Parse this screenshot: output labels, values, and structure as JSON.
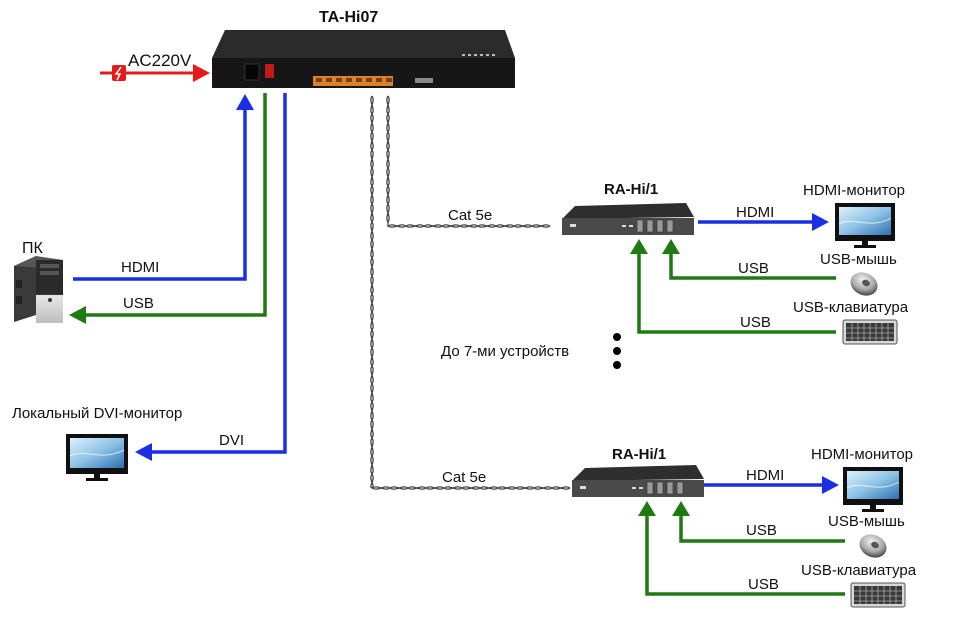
{
  "colors": {
    "hdmi": "#1a2ee6",
    "usb": "#1f7a12",
    "power": "#e41b1b",
    "cable": "#444444",
    "device_body": "#1c1c1c",
    "rj45_port": "#d9822b",
    "receiver_body": "#3a3a3a"
  },
  "transmitter": {
    "title": "TA-Hi07",
    "power_label": "AC220V",
    "power_icon": "lightning-icon"
  },
  "pc": {
    "label": "ПК",
    "icon": "pc-tower-icon",
    "hdmi_label": "HDMI",
    "usb_label": "USB"
  },
  "local_monitor": {
    "label": "Локальный DVI-монитор",
    "icon": "monitor-icon",
    "link_label": "DVI"
  },
  "receivers": [
    {
      "title": "RA-Hi/1",
      "cable_label": "Cat 5e",
      "hdmi_label": "HDMI",
      "monitor_label": "HDMI-монитор",
      "mouse_label": "USB-мышь",
      "keyboard_label": "USB-клавиатура",
      "mouse_usb_label": "USB",
      "keyboard_usb_label": "USB"
    },
    {
      "title": "RA-Hi/1",
      "cable_label": "Cat 5e",
      "hdmi_label": "HDMI",
      "monitor_label": "HDMI-монитор",
      "mouse_label": "USB-мышь",
      "keyboard_label": "USB-клавиатура",
      "mouse_usb_label": "USB",
      "keyboard_usb_label": "USB"
    }
  ],
  "more_devices_label": "До 7-ми устройств"
}
